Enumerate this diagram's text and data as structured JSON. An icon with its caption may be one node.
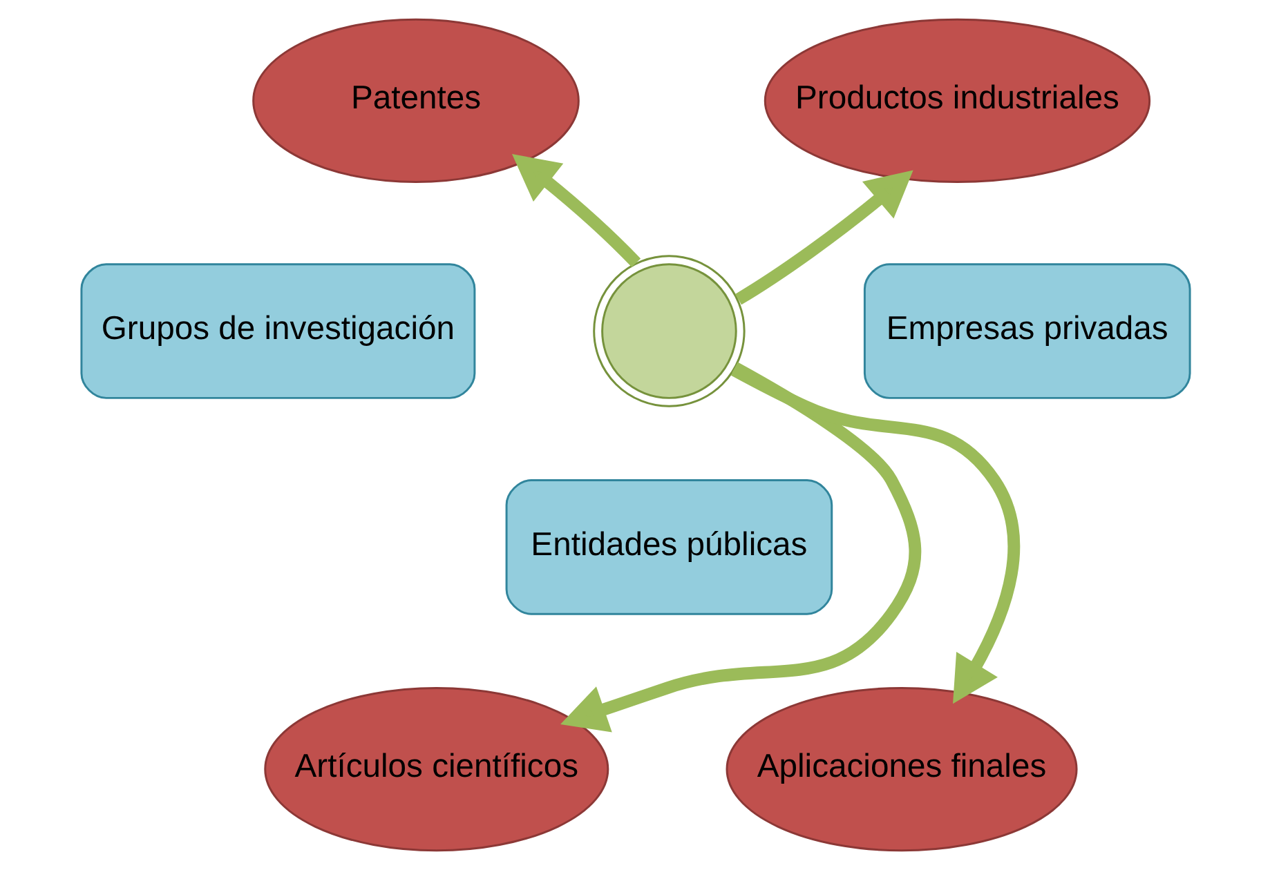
{
  "diagram": {
    "nodes": [
      {
        "text": [
          "Patentes"
        ]
      },
      {
        "text": [
          "Productos industriales"
        ]
      },
      {
        "text": [
          "Grupos de investigación"
        ]
      },
      {
        "text": [],
        "shape": "circle"
      },
      {
        "text": [
          "Empresas privadas"
        ]
      },
      {
        "text": [
          "Entidades públicas"
        ]
      },
      {
        "text": [
          "Artículos científicos"
        ]
      },
      {
        "text": [
          "Aplicaciones finales"
        ]
      }
    ],
    "edges": [
      {
        "from": 3,
        "to": 0,
        "arrow": "to"
      },
      {
        "from": 3,
        "to": 1,
        "arrow": "to"
      },
      {
        "from": 3,
        "to": 6,
        "arrow": "to"
      },
      {
        "from": 3,
        "to": 7,
        "arrow": "to"
      }
    ]
  }
}
